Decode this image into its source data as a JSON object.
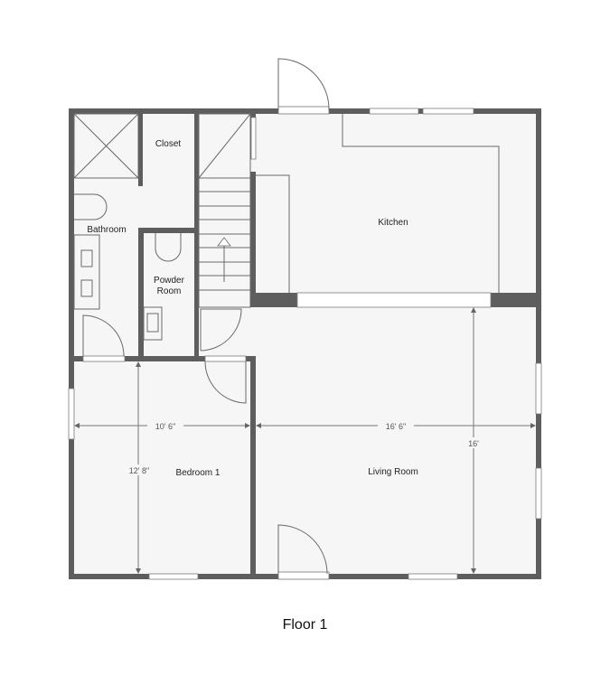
{
  "title": "Floor 1",
  "colors": {
    "wall": "#5e5e5e",
    "floor": "#f6f6f6",
    "background": "#ffffff"
  },
  "rooms": {
    "closet": "Closet",
    "bathroom": "Bathroom",
    "powder_room_line1": "Powder",
    "powder_room_line2": "Room",
    "kitchen": "Kitchen",
    "bedroom1": "Bedroom 1",
    "living_room": "Living Room"
  },
  "dimensions": {
    "bedroom_width": "10' 6\"",
    "bedroom_length": "12' 8\"",
    "living_width": "16' 6\"",
    "living_length": "16'"
  }
}
